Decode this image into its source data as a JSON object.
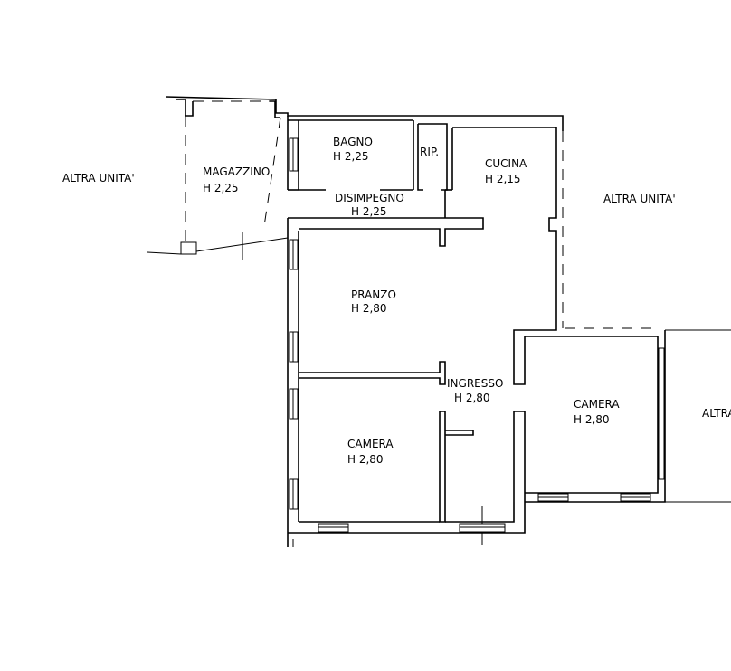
{
  "rooms": {
    "bagno": {
      "name": "BAGNO",
      "height": "H 2,25"
    },
    "rip": {
      "name": "RIP."
    },
    "cucina": {
      "name": "CUCINA",
      "height": "H 2,15"
    },
    "magazzino": {
      "name": "MAGAZZINO",
      "height": "H 2,25"
    },
    "disimpegno": {
      "name": "DISIMPEGNO",
      "height": "H 2,25"
    },
    "pranzo": {
      "name": "PRANZO",
      "height": "H 2,80"
    },
    "ingresso": {
      "name": "INGRESSO",
      "height": "H 2,80"
    },
    "camera_left": {
      "name": "CAMERA",
      "height": "H 2,80"
    },
    "camera_right": {
      "name": "CAMERA",
      "height": "H 2,80"
    }
  },
  "neighbors": {
    "left": "ALTRA UNITA'",
    "right_top": "ALTRA UNITA'",
    "right_bottom": "ALTRA"
  }
}
